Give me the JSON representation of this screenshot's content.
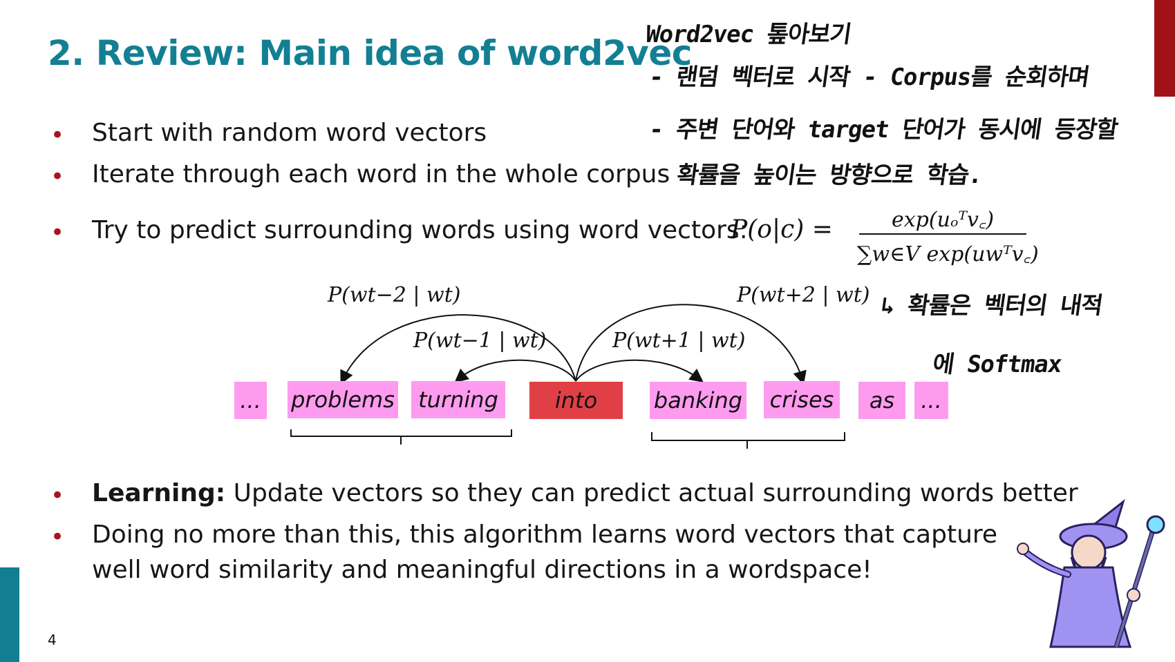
{
  "slide": {
    "title": "2. Review: Main idea of word2vec",
    "bullets": {
      "b1": "Start with random word vectors",
      "b2": "Iterate through each word in the whole corpus",
      "b3": "Try to predict surrounding words using word vectors:",
      "b4_bold": "Learning:",
      "b4_rest": " Update vectors so they can predict actual surrounding words better",
      "b5_line1": "Doing no more than this, this algorithm learns word vectors that capture",
      "b5_line2": "well word similarity and meaningful directions in a wordspace!"
    },
    "formula": {
      "lhs": "P(o|c) =",
      "numerator": "exp(uₒᵀv꜀)",
      "denominator": "∑w∈V exp(uwᵀv꜀)"
    },
    "words": [
      "...",
      "problems",
      "turning",
      "into",
      "banking",
      "crises",
      "as",
      "..."
    ],
    "prob_labels": {
      "p_minus2": "P(wt−2 | wt)",
      "p_minus1": "P(wt−1 | wt)",
      "p_plus1": "P(wt+1 | wt)",
      "p_plus2": "P(wt+2 | wt)"
    },
    "handwriting": {
      "line1": "Word2vec 톺아보기",
      "line2": "- 랜덤 벡터로 시작  - Corpus를 순회하며",
      "line3": "- 주변 단어와 target 단어가 동시에 등장할",
      "line4": "확률을 높이는 방향으로 학습.",
      "line5": "↳ 확률은 벡터의 내적",
      "line6": "에 Softmax"
    },
    "page_number": "4",
    "colors": {
      "title": "#137f93",
      "bullet_dot": "#a8151c",
      "word_box": "#ff9bef",
      "center_box": "#e04045",
      "right_bar": "#a11216",
      "left_bar": "#127e92"
    }
  }
}
